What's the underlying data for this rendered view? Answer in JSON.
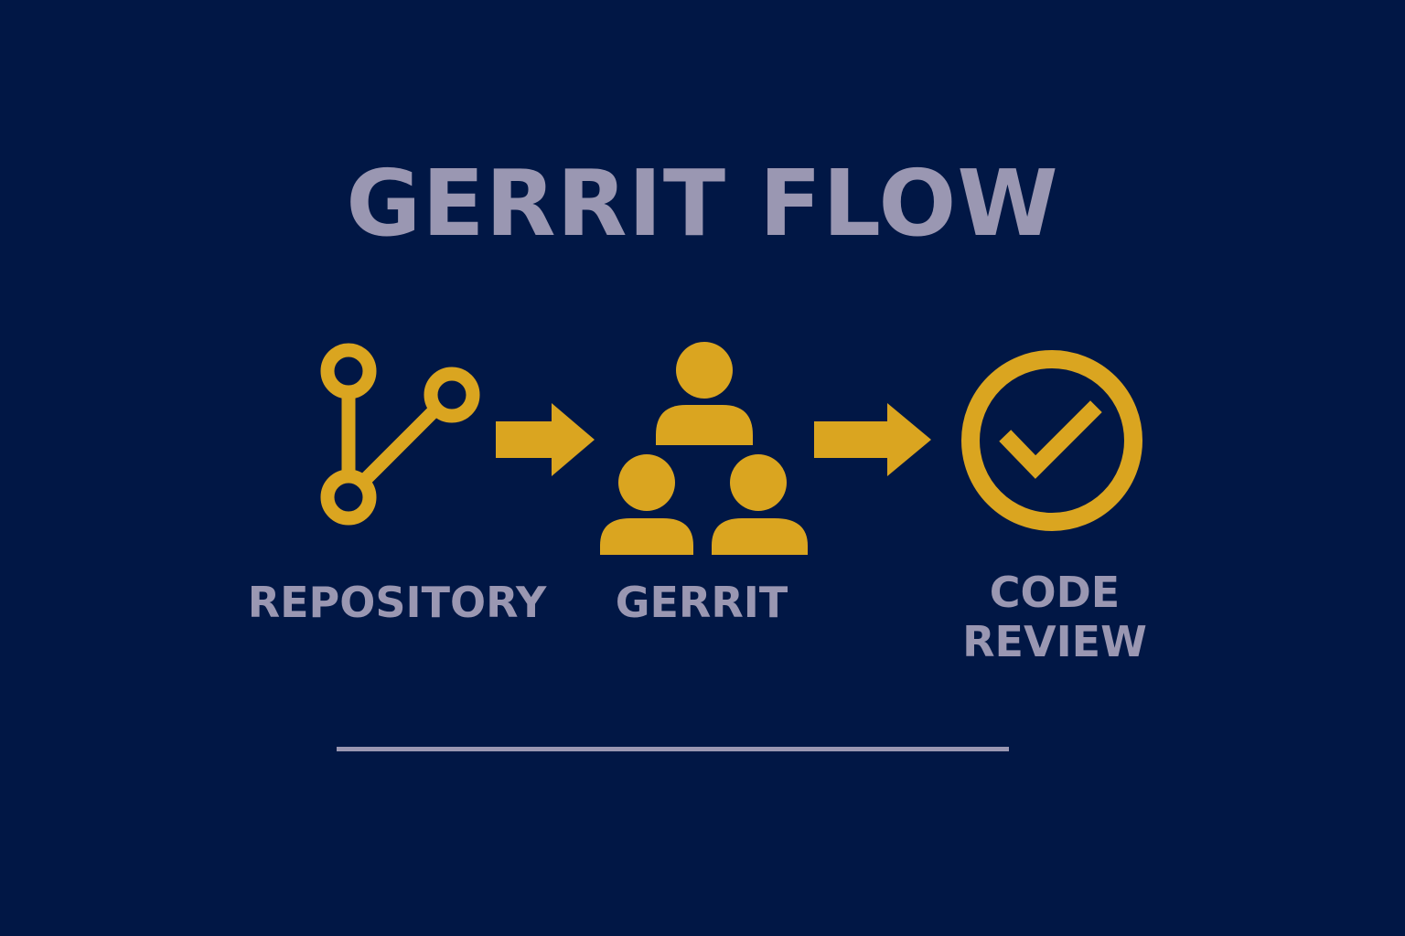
{
  "diagram": {
    "title": "GERRIT FLOW",
    "nodes": [
      {
        "id": "repository",
        "icon": "git-branch-icon",
        "label_lines": [
          "REPOSITORY"
        ]
      },
      {
        "id": "gerrit",
        "icon": "user-group-icon",
        "label_lines": [
          "GERRIT"
        ]
      },
      {
        "id": "code-review",
        "icon": "check-circle-icon",
        "label_lines": [
          "CODE",
          "REVIEW"
        ]
      }
    ],
    "edges": [
      {
        "from": "repository",
        "to": "gerrit",
        "icon": "arrow-right-icon"
      },
      {
        "from": "gerrit",
        "to": "code-review",
        "icon": "arrow-right-icon"
      }
    ]
  },
  "colors": {
    "background": "#011745",
    "accent": "#DAA520",
    "text": "#9A97B2"
  }
}
